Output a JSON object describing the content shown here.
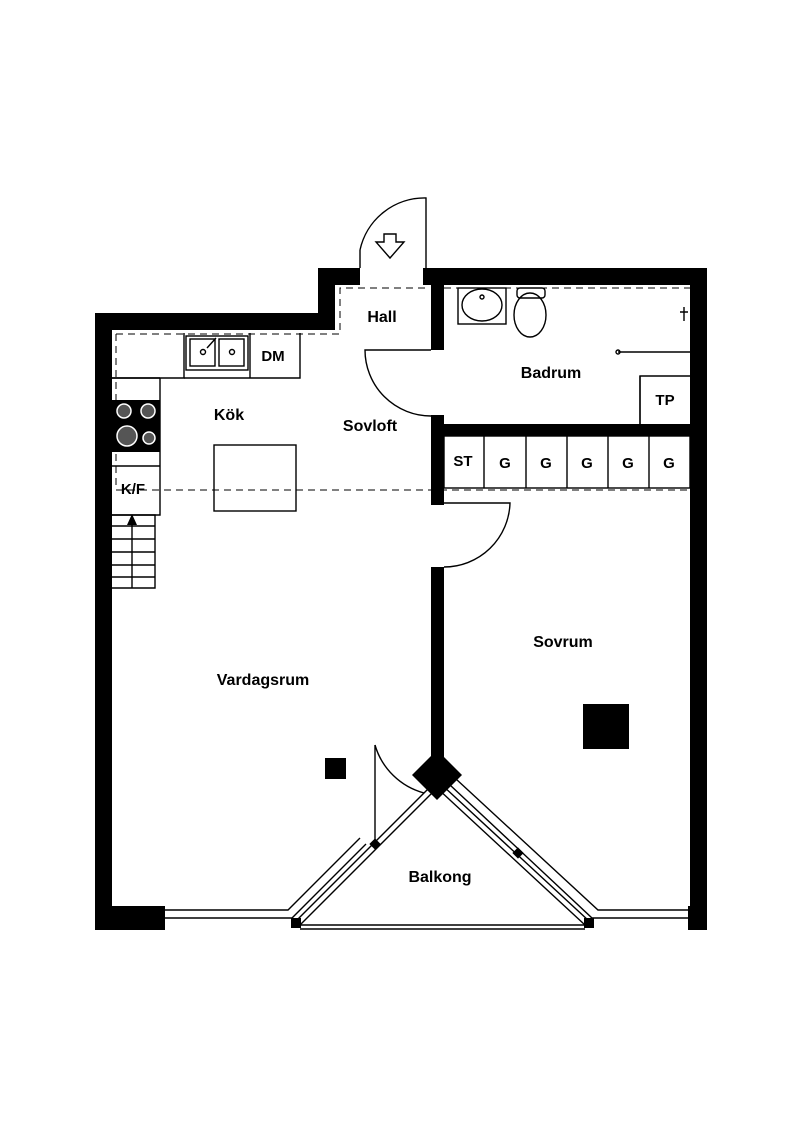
{
  "rooms": {
    "hall": "Hall",
    "badrum": "Badrum",
    "kok": "Kök",
    "sovloft": "Sovloft",
    "vardagsrum": "Vardagsrum",
    "sovrum": "Sovrum",
    "balkong": "Balkong"
  },
  "fixtures": {
    "dishwasher": "DM",
    "fridge_freezer": "K/F",
    "storage": "ST",
    "wardrobes": [
      "G",
      "G",
      "G",
      "G",
      "G"
    ],
    "washer": "TP"
  }
}
